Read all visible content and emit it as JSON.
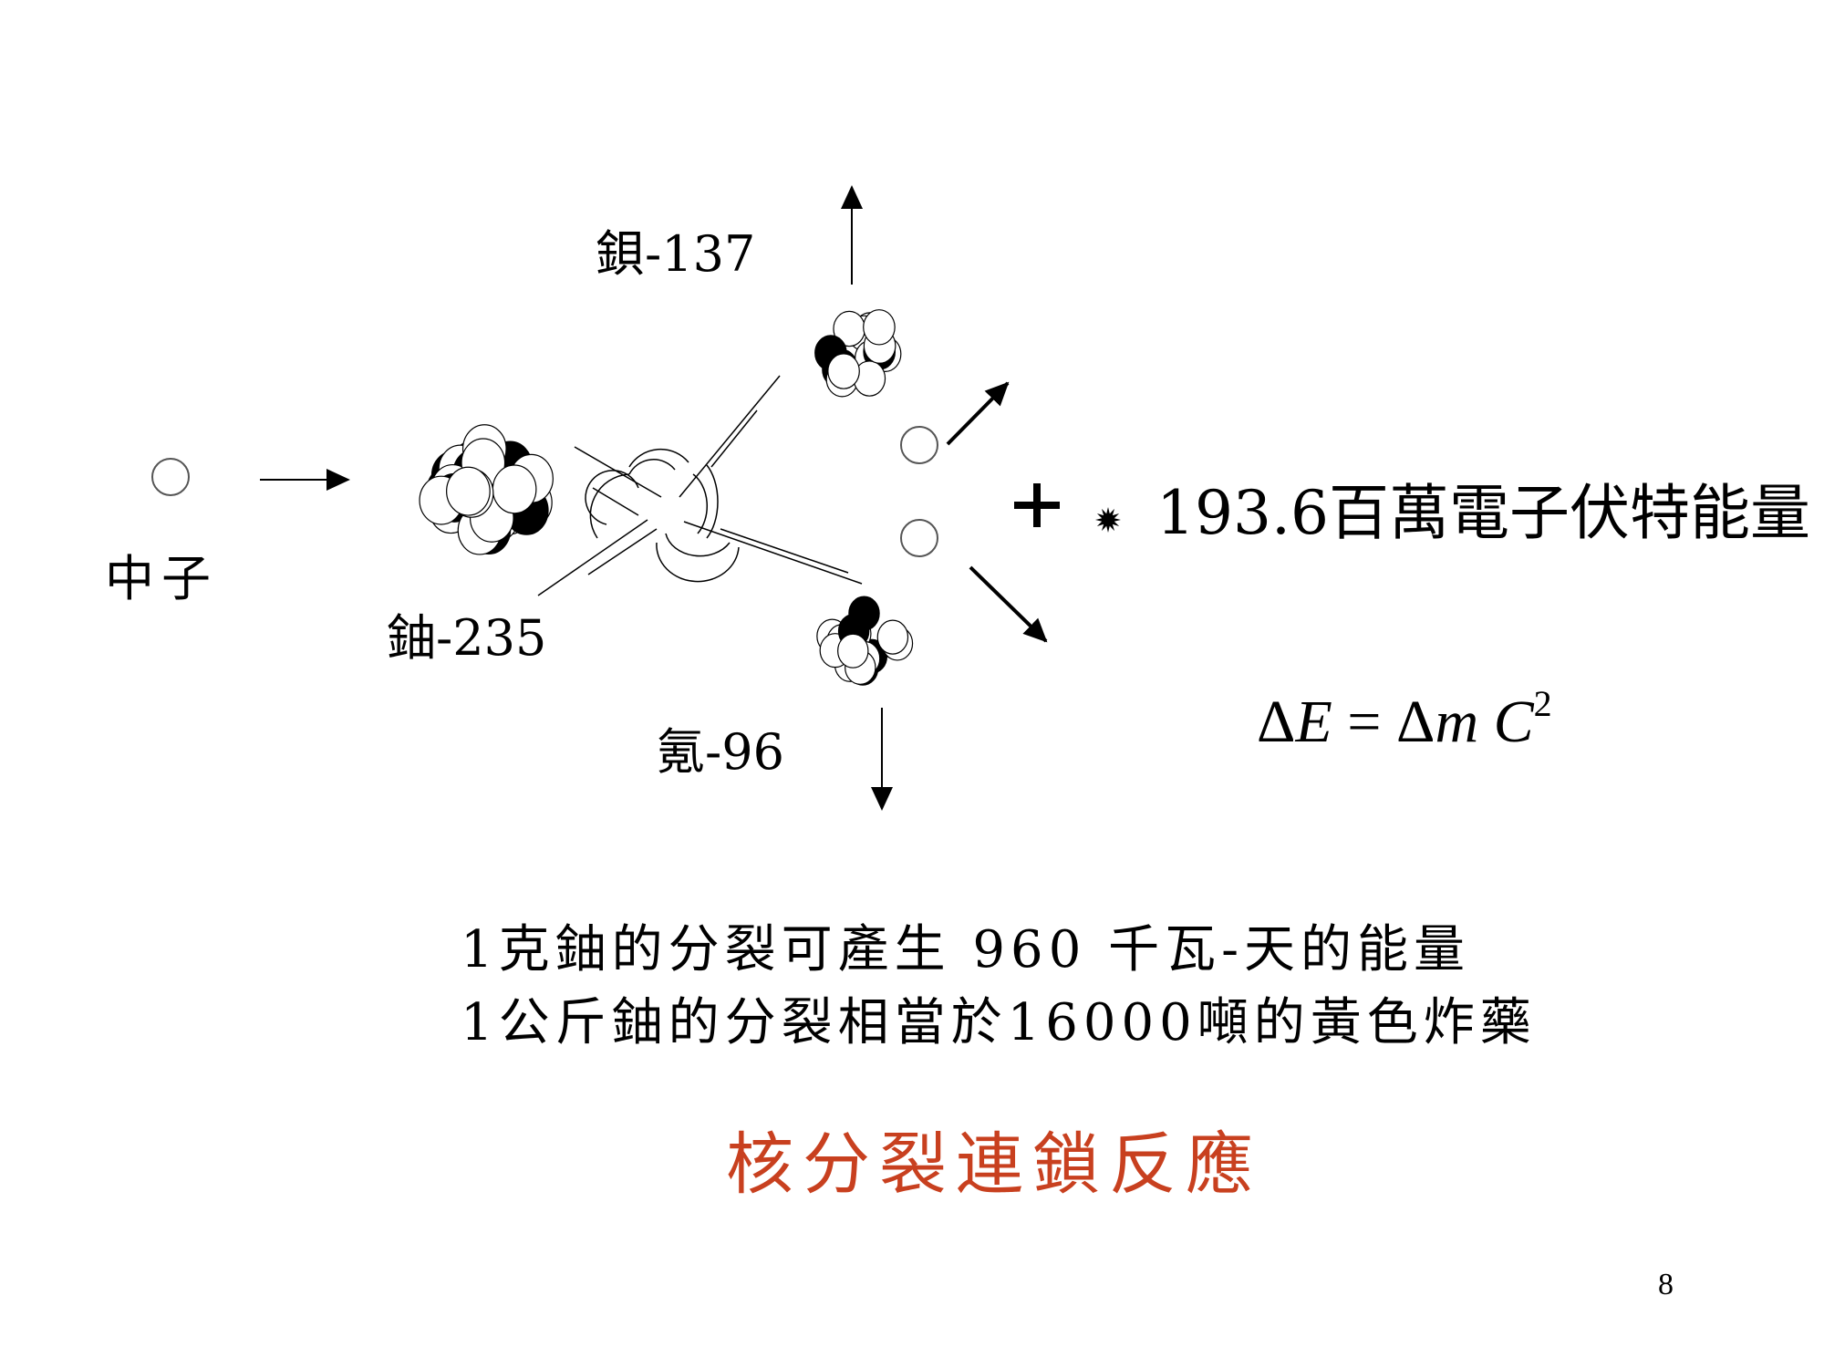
{
  "diagram": {
    "neutron_label": "中子",
    "uranium_label": "鈾-235",
    "barium_label": "鋇-137",
    "krypton_label": "氪-96",
    "energy_text": "193.6百萬電子伏特能量",
    "formula": {
      "lhs_delta": "Δ",
      "lhs_var": "E",
      "eq": " = ",
      "rhs_delta": "Δ",
      "rhs_m": "m",
      "rhs_c": "C",
      "exp": "2"
    }
  },
  "body": {
    "line1": "1克鈾的分裂可產生 960 千瓦-天的能量",
    "line2": "1公斤鈾的分裂相當於16000噸的黃色炸藥"
  },
  "title": {
    "text": "核分裂連鎖反應",
    "color": "#c8401f"
  },
  "page_number": "8"
}
